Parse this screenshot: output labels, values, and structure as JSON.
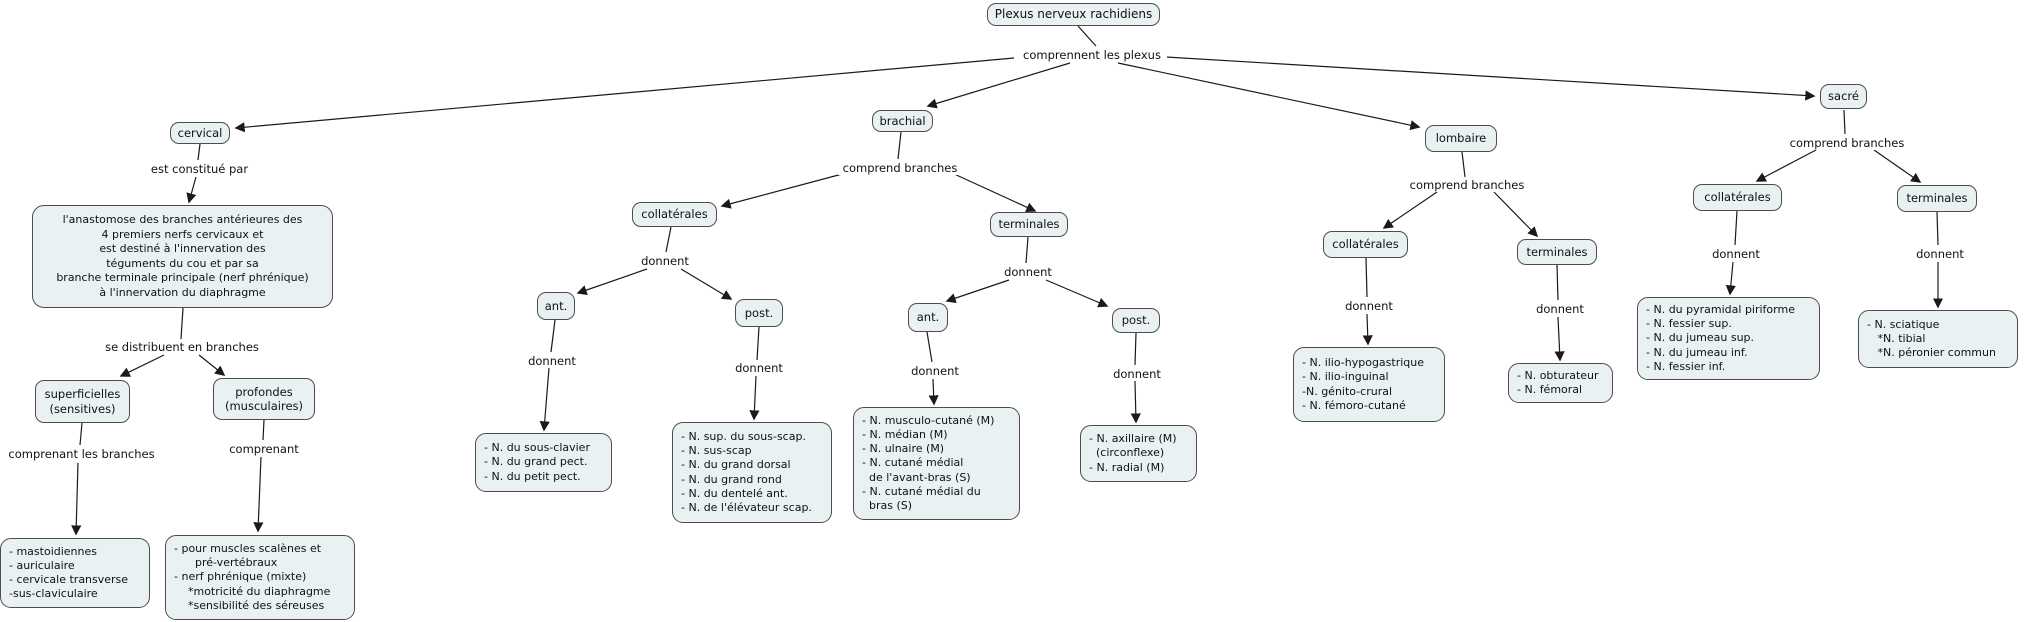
{
  "root": {
    "label": "Plexus nerveux rachidiens",
    "link": "comprennent les plexus"
  },
  "cervical": {
    "label": "cervical",
    "link1": "est constitué par",
    "description": "l'anastomose des branches antérieures des\n4 premiers nerfs cervicaux et\nest destiné à l'innervation des\ntéguments du cou et par sa\nbranche terminale principale (nerf phrénique)\nà l'innervation du diaphragme",
    "link2": "se distribuent en branches",
    "superficielles": {
      "label": "superficielles\n(sensitives)",
      "link": "comprenant les branches",
      "list": "- mastoidiennes\n- auriculaire\n- cervicale transverse\n-sus-claviculaire"
    },
    "profondes": {
      "label": "profondes\n(musculaires)",
      "link": "comprenant",
      "list": "- pour muscles scalènes et\n      pré-vertébraux\n- nerf phrénique (mixte)\n    *motricité du diaphragme\n    *sensibilité des séreuses"
    }
  },
  "brachial": {
    "label": "brachial",
    "link": "comprend branches",
    "collaterales": {
      "label": "collatérales",
      "link": "donnent",
      "ant": {
        "label": "ant.",
        "link": "donnent",
        "list": "- N. du sous-clavier\n- N. du grand pect.\n- N. du petit pect."
      },
      "post": {
        "label": "post.",
        "link": "donnent",
        "list": "- N. sup. du sous-scap.\n- N. sus-scap\n- N. du grand dorsal\n- N. du grand rond\n- N. du dentelé ant.\n- N. de l'élévateur scap."
      }
    },
    "terminales": {
      "label": "terminales",
      "link": "donnent",
      "ant": {
        "label": "ant.",
        "link": "donnent",
        "list": "- N. musculo-cutané (M)\n- N. médian (M)\n- N. ulnaire (M)\n- N. cutané médial\n  de l'avant-bras (S)\n- N. cutané médial du\n  bras (S)"
      },
      "post": {
        "label": "post.",
        "link": "donnent",
        "list": "- N. axillaire (M)\n  (circonflexe)\n- N. radial (M)"
      }
    }
  },
  "lombaire": {
    "label": "lombaire",
    "link": "comprend branches",
    "collaterales": {
      "label": "collatérales",
      "link": "donnent",
      "list": "- N. ilio-hypogastrique\n- N. ilio-inguinal\n-N. génito-crural\n- N. fémoro-cutané"
    },
    "terminales": {
      "label": "terminales",
      "link": "donnent",
      "list": "- N. obturateur\n- N. fémoral"
    }
  },
  "sacre": {
    "label": "sacré",
    "link": "comprend branches",
    "collaterales": {
      "label": "collatérales",
      "link": "donnent",
      "list": "- N. du pyramidal piriforme\n- N. fessier sup.\n- N. du jumeau sup.\n- N. du jumeau inf.\n- N. fessier inf."
    },
    "terminales": {
      "label": "terminales",
      "link": "donnent",
      "list": "- N. sciatique\n   *N. tibial\n   *N. péronier commun"
    }
  },
  "colors": {
    "node_fill": "#e9f1f3",
    "node_border": "#4d4d4d",
    "line": "#1a1a1a",
    "background": "#ffffff"
  }
}
